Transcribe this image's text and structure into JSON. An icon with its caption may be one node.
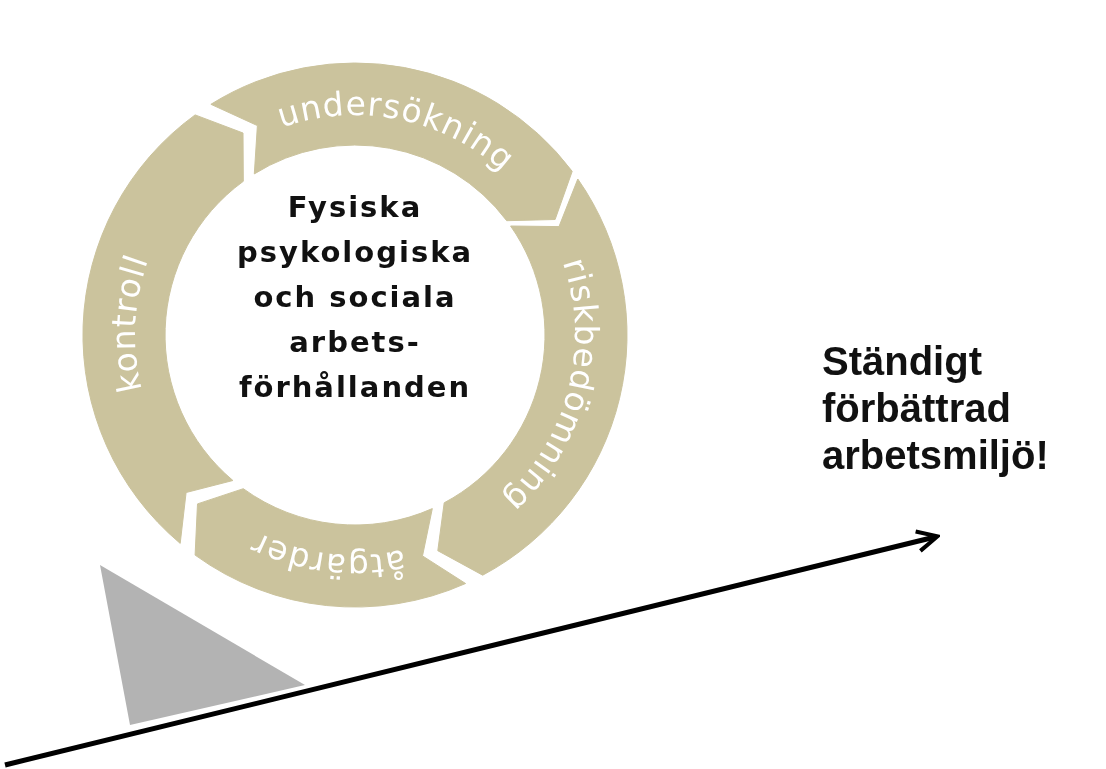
{
  "diagram": {
    "nodes": [
      {
        "text": [
          "undersökning"
        ]
      },
      {
        "text": [
          "riskbedömning"
        ]
      },
      {
        "text": [
          "åtgärder"
        ]
      },
      {
        "text": [
          "kontroll"
        ]
      },
      {
        "text": [
          "Fysiska psykologiska och sociala arbets- förhållanden"
        ]
      },
      {
        "text": [
          "Ständigt förbättrad arbetsmiljö!"
        ]
      },
      {
        "text": [],
        "shape": "triangle"
      }
    ],
    "edges": [
      {
        "from": null,
        "to": 5,
        "arrow": "to"
      }
    ]
  }
}
